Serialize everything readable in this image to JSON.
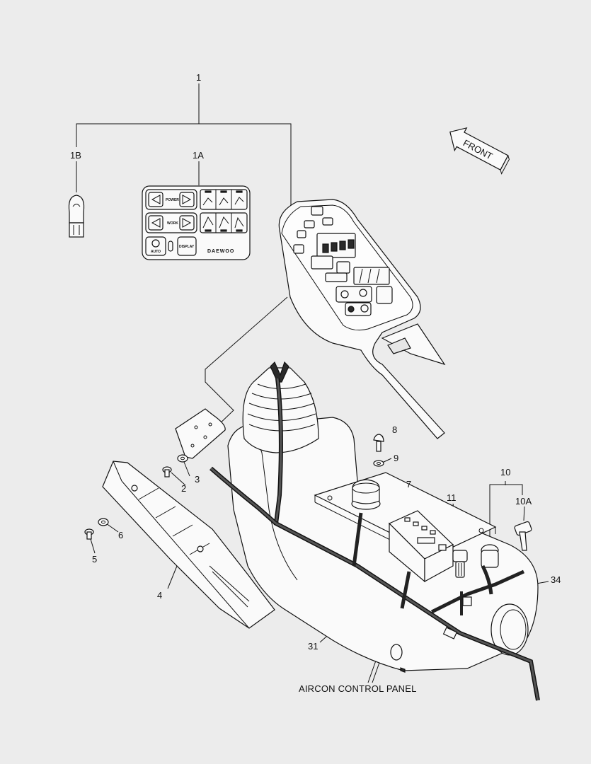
{
  "callouts": {
    "c1": "1",
    "c1A": "1A",
    "c1B": "1B",
    "c2": "2",
    "c3": "3",
    "c4": "4",
    "c5": "5",
    "c6": "6",
    "c7": "7",
    "c8": "8",
    "c9": "9",
    "c10": "10",
    "c10A": "10A",
    "c11": "11",
    "c31": "31",
    "c34": "34"
  },
  "front_label": "FRONT",
  "caption": "AIRCON CONTROL PANEL",
  "panel_labels": {
    "power": "POWER",
    "work": "WORK",
    "auto": "AUTO",
    "display": "DISPLAY",
    "brand": "DAEWOO"
  }
}
